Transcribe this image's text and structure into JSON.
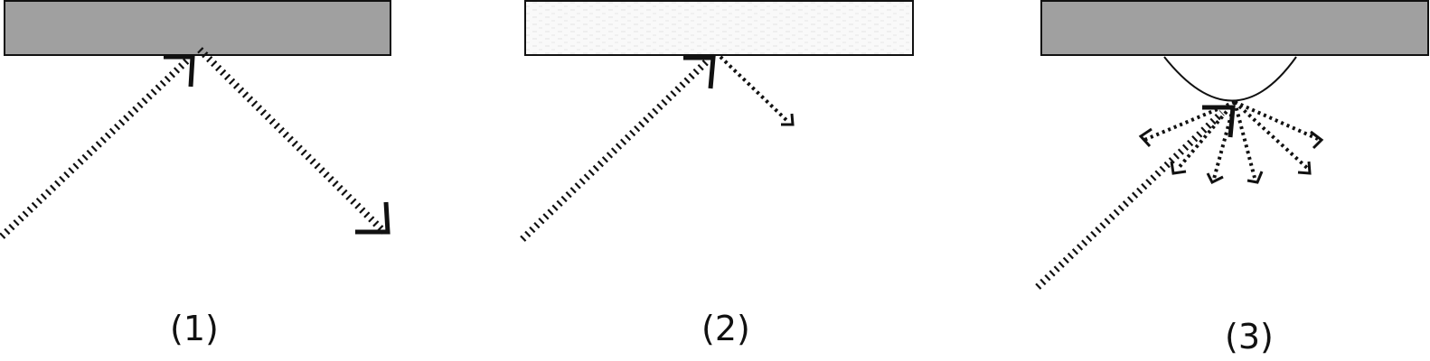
{
  "colors": {
    "opaque_surface": "#a0a0a0",
    "translucent_surface": "#f9f9f9",
    "stroke": "#111111",
    "background": "#ffffff"
  },
  "panels": [
    {
      "caption": "(1)",
      "surface": "opaque_surface",
      "reflection": "specular"
    },
    {
      "caption": "(2)",
      "surface": "translucent_surface",
      "reflection": "attenuated"
    },
    {
      "caption": "(3)",
      "surface": "opaque_surface",
      "reflection": "diffuse"
    }
  ]
}
